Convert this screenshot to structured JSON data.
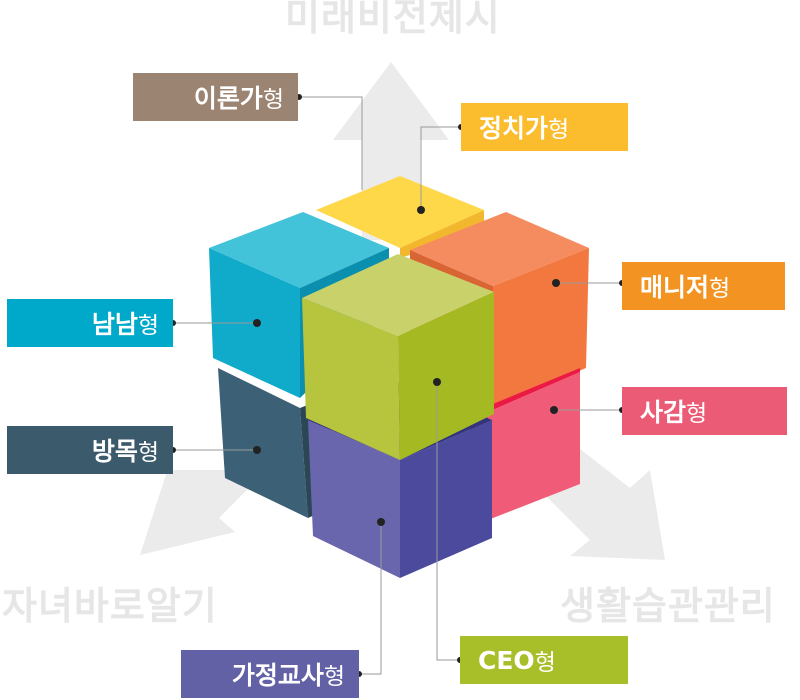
{
  "background_words": {
    "top": "미래비전제시",
    "bottom_left": "자녀바로알기",
    "bottom_right": "생활습관관리"
  },
  "labels": [
    {
      "id": "theorist",
      "main": "이론가",
      "suffix": "형",
      "color": "#9c8473"
    },
    {
      "id": "political",
      "main": "정치가",
      "suffix": "형",
      "color": "#fbbd2e"
    },
    {
      "id": "manager",
      "main": "매니저",
      "suffix": "형",
      "color": "#f39422"
    },
    {
      "id": "namnam",
      "main": "남남",
      "suffix": "형",
      "color": "#00a9c9"
    },
    {
      "id": "sagam",
      "main": "사감",
      "suffix": "형",
      "color": "#ec5b75"
    },
    {
      "id": "bangmok",
      "main": "방목",
      "suffix": "형",
      "color": "#3b5a6b"
    },
    {
      "id": "ceo",
      "main": "CEO",
      "suffix": "형",
      "color": "#a8bf2a"
    },
    {
      "id": "tutor",
      "main": "가정교사",
      "suffix": "형",
      "color": "#6261a6"
    }
  ],
  "colors": {
    "background_text": "#e6e6e6",
    "arrow": "#ebebeb",
    "connector_line": "#9a9a9a",
    "dot": "#222222"
  }
}
